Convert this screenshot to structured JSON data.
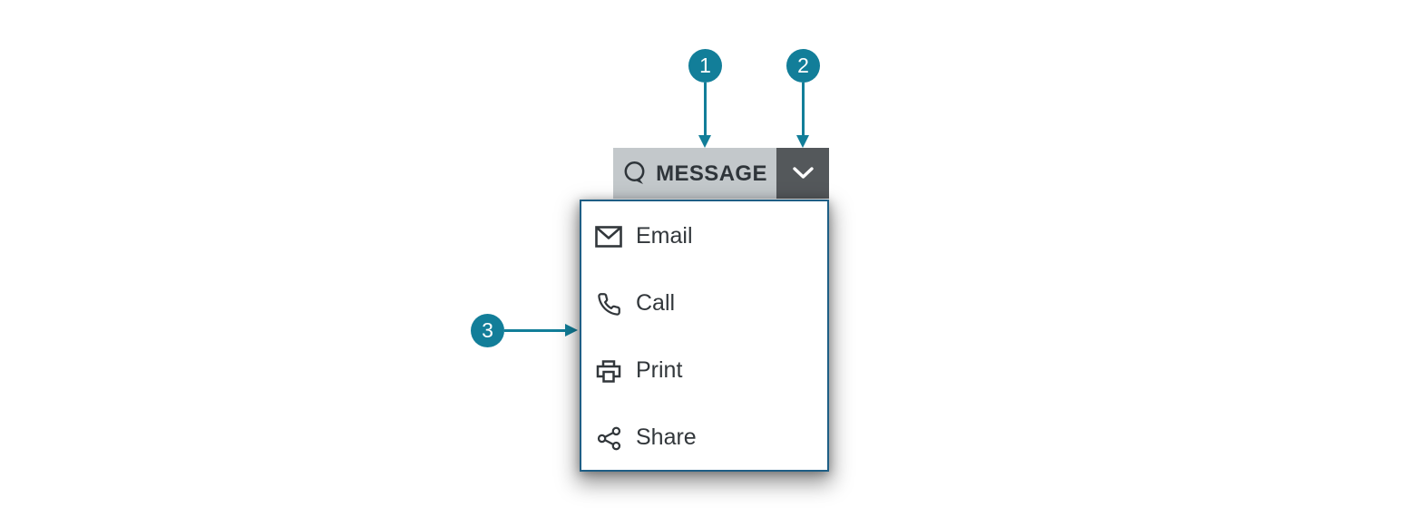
{
  "split_button": {
    "label": "MESSAGE",
    "main_icon": "speech-bubble-icon",
    "toggle_icon": "chevron-down-icon",
    "colors": {
      "main_bg": "#C3C8CB",
      "toggle_bg": "#54585B",
      "label_text": "#2F353A",
      "chevron": "#FFFFFF"
    }
  },
  "dropdown_menu": {
    "items": [
      {
        "label": "Email",
        "icon": "email-icon"
      },
      {
        "label": "Call",
        "icon": "phone-icon"
      },
      {
        "label": "Print",
        "icon": "printer-icon"
      },
      {
        "label": "Share",
        "icon": "share-icon"
      }
    ],
    "colors": {
      "border": "#1E5E85",
      "background": "#FFFFFF",
      "text": "#32373B",
      "icon_stroke": "#32373B"
    }
  },
  "callouts": {
    "color": "#127E99",
    "items": [
      {
        "number": "1"
      },
      {
        "number": "2"
      },
      {
        "number": "3"
      }
    ]
  }
}
